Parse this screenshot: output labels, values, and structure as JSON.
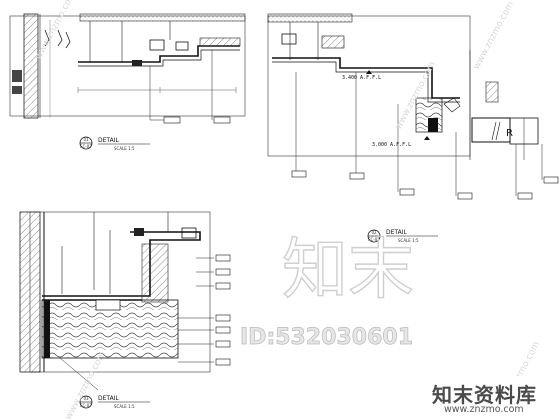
{
  "details": [
    {
      "number": "01",
      "sheet": "FC-07",
      "title": "DETAIL",
      "scale": "SCALE 1:5"
    },
    {
      "number": "02",
      "sheet": "FC-07",
      "title": "DETAIL",
      "scale": "SCALE 1:5"
    },
    {
      "number": "03",
      "sheet": "FC-07",
      "title": "DETAIL",
      "scale": "SCALE 1:5"
    }
  ],
  "elevations": [
    "3.400 A.F.F.L",
    "3.000 A.F.F.L"
  ],
  "door_letter": "R",
  "watermark": {
    "main": "知末",
    "id": "ID:532030601",
    "diagonal": "www.znzmo.com",
    "brand_cn": "知末资料库",
    "brand_url": "www.znzmo.com"
  }
}
